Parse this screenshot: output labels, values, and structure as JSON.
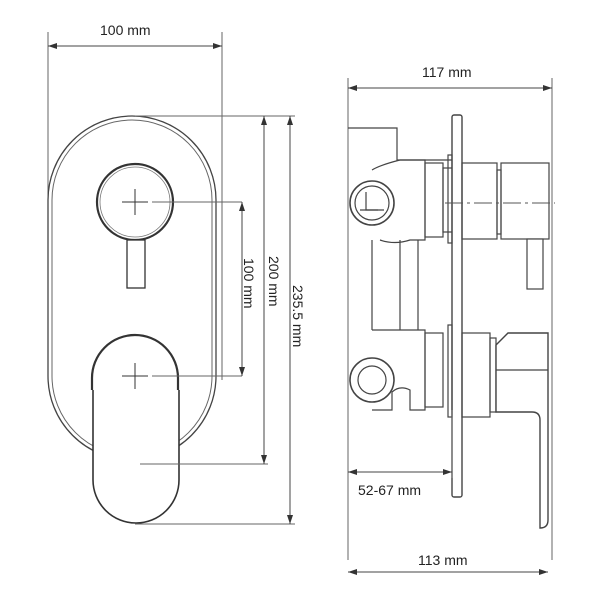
{
  "diagram": {
    "subject": "Concealed shower mixer with diverter — dimensional drawing",
    "views": [
      {
        "name": "front-view",
        "description": "Oval wall plate with round diverter knob (top) and lever handle (bottom)"
      },
      {
        "name": "side-view",
        "description": "Profile showing in-wall body, wall plate, knob and lever"
      }
    ],
    "colors": {
      "line": "#333333",
      "dim_line": "#555555",
      "background": "#ffffff"
    }
  },
  "dimensions": {
    "front_width": "100 mm",
    "knob_to_lever_spacing": "100 mm",
    "plate_height": "200 mm",
    "overall_height": "235.5 mm",
    "side_total_depth": "117 mm",
    "wall_depth_range": "52-67 mm",
    "side_base_depth": "113 mm"
  }
}
